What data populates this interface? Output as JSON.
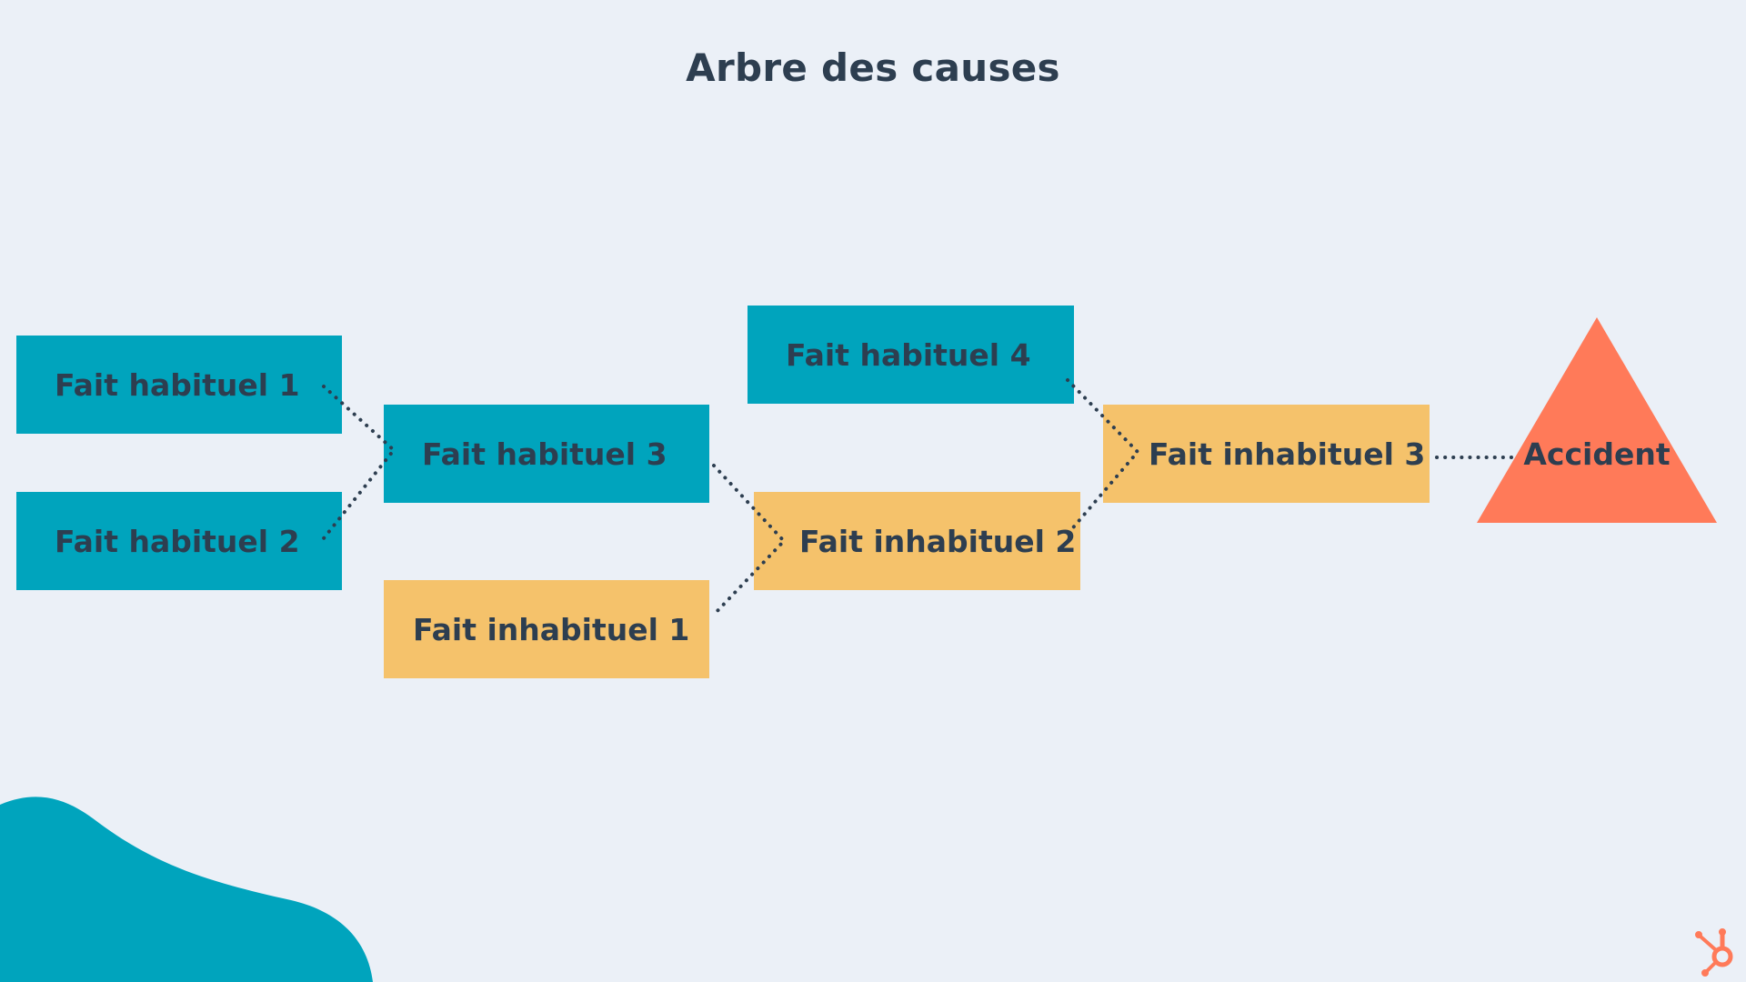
{
  "title": "Arbre des causes",
  "nodes": {
    "fait_habituel_1": "Fait habituel 1",
    "fait_habituel_2": "Fait habituel 2",
    "fait_habituel_3": "Fait habituel 3",
    "fait_habituel_4": "Fait habituel 4",
    "fait_inhabituel_1": "Fait inhabituel 1",
    "fait_inhabituel_2": "Fait inhabituel 2",
    "fait_inhabituel_3": "Fait inhabituel 3",
    "accident": "Accident"
  },
  "colors": {
    "background": "#ebf0f7",
    "habituel": "#00a4bd",
    "inhabituel": "#f5c26b",
    "accident": "#ff7a59",
    "text": "#2d3e50",
    "connector": "#2d3e50"
  },
  "icons": {
    "brand_logo": "hubspot-sprocket-icon"
  }
}
